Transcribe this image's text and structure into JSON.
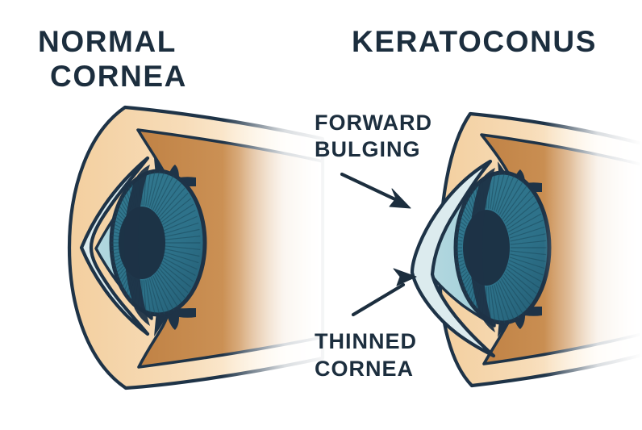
{
  "figure": {
    "title": "Normal Cornea versus Keratoconus",
    "background": "#ffffff"
  },
  "panels": [
    {
      "id": "normal",
      "title_line1": "NORMAL",
      "title_line2": "CORNEA",
      "annotations": []
    },
    {
      "id": "keratoconus",
      "title_line1": "KERATOCONUS",
      "title_line2": "",
      "annotations": [
        {
          "id": "forward-bulging",
          "line1": "FORWARD",
          "line2": "BULGING",
          "arrow_from": "452,203",
          "arrow_to": "510,257"
        },
        {
          "id": "thinned-cornea",
          "line1": "THINNED",
          "line2": "CORNEA",
          "arrow_from": "463,391",
          "arrow_to": "516,343"
        }
      ]
    }
  ],
  "anatomy": {
    "parts": [
      {
        "name": "sclera",
        "label": "Sclera",
        "color": "#f6d6ac"
      },
      {
        "name": "choroid",
        "label": "Choroid / ciliary body",
        "color": "#c98d4f"
      },
      {
        "name": "cornea-outer",
        "label": "Cornea",
        "color": "#dcebee"
      },
      {
        "name": "anterior-chamber",
        "label": "Anterior chamber",
        "color": "#a9d3dc"
      },
      {
        "name": "iris",
        "label": "Iris",
        "color": "#2d7189"
      },
      {
        "name": "pupil",
        "label": "Pupil",
        "color": "#1c3346"
      },
      {
        "name": "outline",
        "label": "Outline",
        "color": "#1e3347"
      }
    ]
  },
  "colors": {
    "ink": "#1c2e3e",
    "outline": "#1e3347",
    "sclera": "#f6d6ac",
    "sclera_light": "#fdf0dc",
    "choroid": "#c98d4f",
    "cornea": "#dcebee",
    "chamber": "#a9d3dc",
    "iris": "#2d7189",
    "iris_dark": "#1f5d74",
    "pupil": "#1c3346",
    "background": "#ffffff"
  }
}
